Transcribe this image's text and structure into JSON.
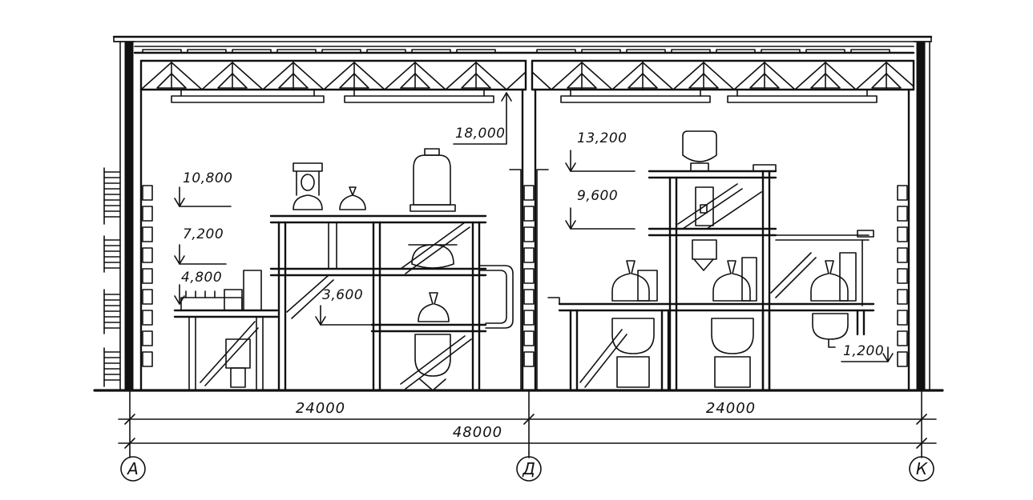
{
  "elevations": {
    "e_18000": "18,000",
    "e_13200": "13,200",
    "e_10800": "10,800",
    "e_9600": "9,600",
    "e_7200": "7,200",
    "e_4800": "4,800",
    "e_3600": "3,600",
    "e_1200": "1,200"
  },
  "dimensions": {
    "left_span": "24000",
    "right_span": "24000",
    "total": "48000"
  },
  "axes": {
    "left": "А",
    "middle": "Д",
    "right": "К"
  }
}
